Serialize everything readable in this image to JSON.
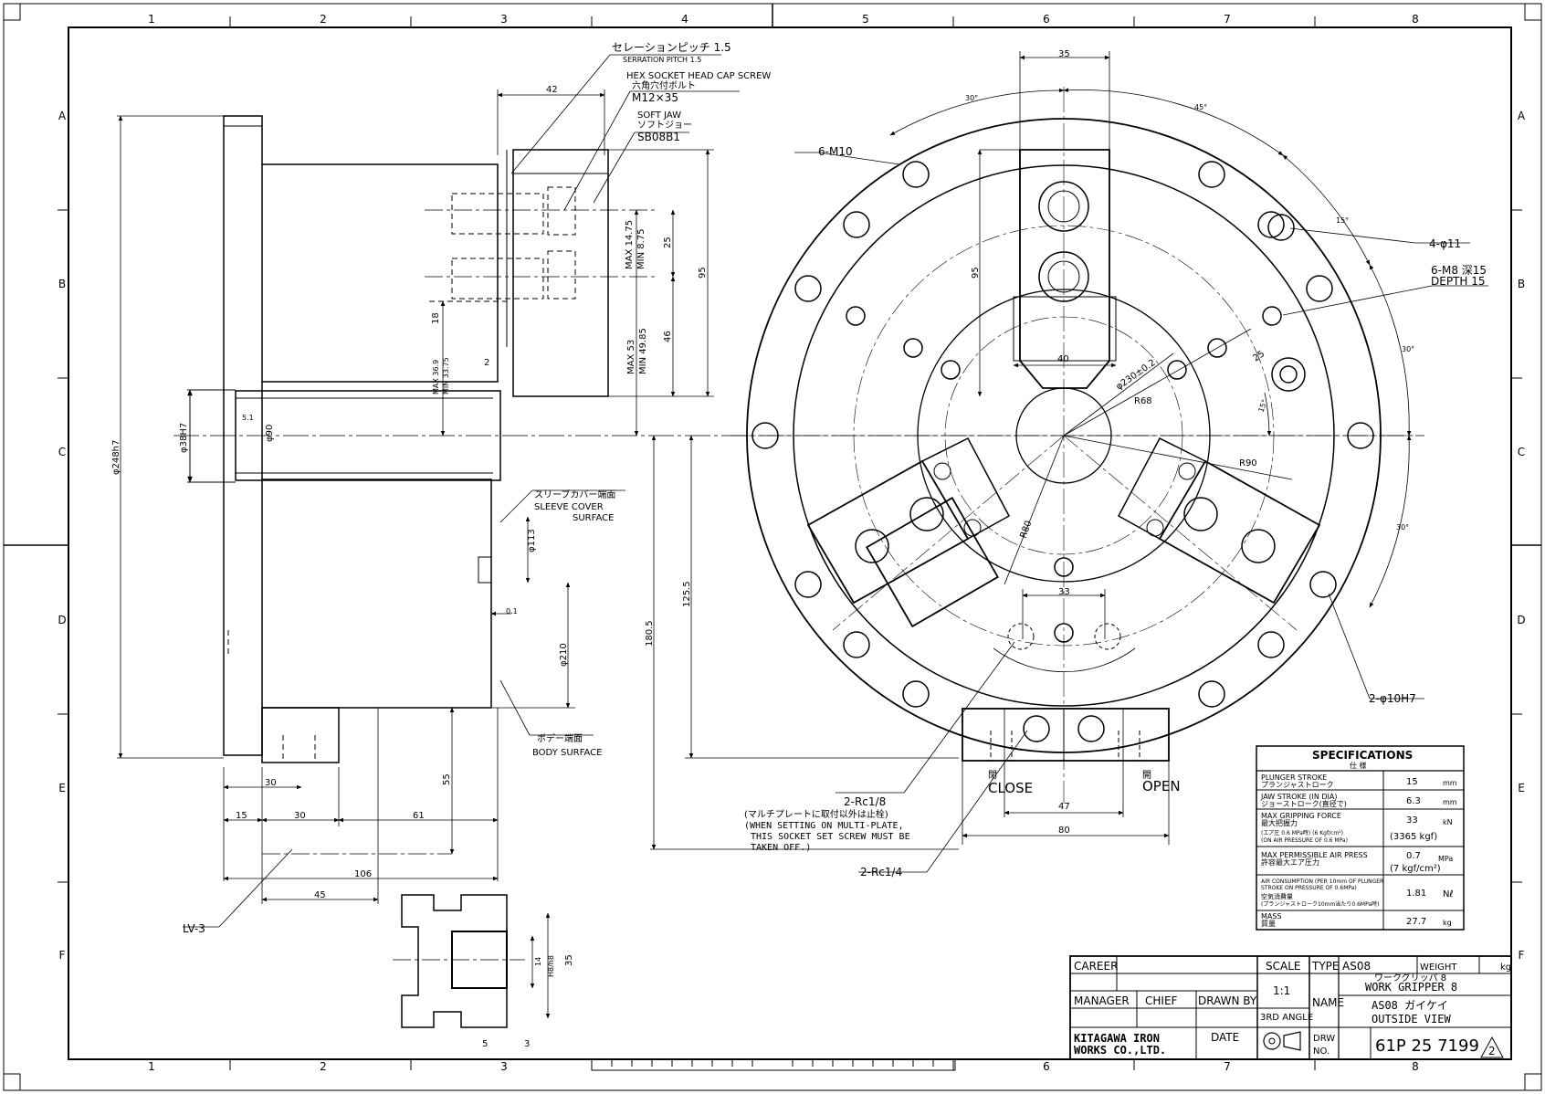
{
  "border": {
    "cols": [
      "1",
      "2",
      "3",
      "4",
      "5",
      "6",
      "7",
      "8"
    ],
    "rows": [
      "A",
      "B",
      "C",
      "D",
      "E",
      "F"
    ]
  },
  "side_view": {
    "serration": {
      "jp": "セレーションピッチ 1.5",
      "en": "SERRATION PITCH 1.5"
    },
    "screw": {
      "en": "HEX SOCKET HEAD CAP SCREW",
      "jp": "六角穴付ボルト",
      "size": "M12×35"
    },
    "jaw": {
      "en": "SOFT JAW",
      "jp": "ソフトジョー",
      "code": "SB08B1"
    },
    "sleeve": {
      "jp": "スリーブカバー端面",
      "en1": "SLEEVE COVER",
      "en2": "SURFACE"
    },
    "body": {
      "jp": "ボデー端面",
      "en": "BODY SURFACE"
    },
    "lv": "LV-3",
    "dims": {
      "d42": "42",
      "d248": "φ248h7",
      "d38": "φ38H7",
      "d90": "φ90",
      "d51": "5.1",
      "max1475": "MAX 14.75",
      "min875": "MIN 8.75",
      "d25": "25",
      "d95": "95",
      "d18": "18",
      "d2": "2",
      "max369": "MAX 36.9",
      "min3375": "MIN 33.75",
      "d46": "46",
      "max53": "MAX 53",
      "min4985": "MIN 49.85",
      "d113": "φ113",
      "d01": "0.1",
      "d210": "φ210",
      "d55": "55",
      "d30a": "30",
      "d15": "15",
      "d30b": "30",
      "d61": "61",
      "d106": "106",
      "d45": "45",
      "d1805": "180.5",
      "d1255": "125.5",
      "d14": "14",
      "h8": "H8/h8",
      "d35b": "35",
      "d5": "5",
      "d3": "3"
    }
  },
  "front_view": {
    "m10": "6-M10",
    "phi11": "4-φ11",
    "m8": "6-M8 深15",
    "depth": "DEPTH 15",
    "phi10": "2-φ10H7",
    "rc18": "2-Rc1/8",
    "note1": "(マルチプレートに取付以外は止栓)",
    "note2": "(WHEN SETTING ON MULTI-PLATE,",
    "note3": "THIS SOCKET SET SCREW MUST BE",
    "note4": "TAKEN OFF.)",
    "rc14": "2-Rc1/4",
    "close_jp": "閉",
    "close_en": "CLOSE",
    "open_jp": "開",
    "open_en": "OPEN",
    "dims": {
      "d35": "35",
      "a30": "30°",
      "a45": "45°",
      "a15": "15°",
      "a30b": "30°",
      "a30c": "30°",
      "d95": "95",
      "d40": "40",
      "pcd": "φ230±0.2",
      "r68": "R68",
      "r90": "R90",
      "r80": "R80",
      "d25": "25",
      "a15b": "15°",
      "d33": "33",
      "d47": "47",
      "d80": "80"
    }
  },
  "specs": {
    "title": "SPECIFICATIONS",
    "title_jp": "仕 様",
    "rows": [
      {
        "en": "PLUNGER STROKE",
        "jp": "プランジャストローク",
        "value": "15",
        "unit": "mm"
      },
      {
        "en": "JAW STROKE (IN DIA)",
        "jp": "ジョーストローク(直径で)",
        "value": "6.3",
        "unit": "mm"
      },
      {
        "en": "MAX GRIPPING FORCE",
        "jp": "最大把握力",
        "note1": "(エア圧 0.6 MPa時) (6 Kgf/cm²)",
        "note2": "(ON AIR PRESSURE OF 0.6 MPa)",
        "value": "33",
        "unit": "kN",
        "value2": "(3365 kgf)"
      },
      {
        "en": "MAX PERMISSIBLE AIR PRESS",
        "jp": "許容最大エア圧力",
        "value": "0.7",
        "unit": "MPa",
        "value2": "(7  kgf/cm²)"
      },
      {
        "en": "AIR CONSUMPTION (PER 10mm OF PLUNGER",
        "en2": "STROKE ON PRESSURE OF 0.6MPa)",
        "jp": "空気消費量",
        "jp2": "(プランジャストローク10mm当たり0.6MPa時)",
        "value": "1.81",
        "unit": "Nℓ"
      },
      {
        "en": "MASS",
        "jp": "質量",
        "value": "27.7",
        "unit": "kg"
      }
    ]
  },
  "title_block": {
    "career": "CAREER",
    "manager": "MANAGER",
    "chief": "CHIEF",
    "drawn_by": "DRAWN BY",
    "date": "DATE",
    "company1": "KITAGAWA IRON",
    "company2": "WORKS CO.,LTD.",
    "scale_label": "SCALE",
    "scale": "1:1",
    "angle": "3RD ANGLE",
    "type_label": "TYPE",
    "type": "AS08",
    "weight_label": "WEIGHT",
    "weight_unit": "kg",
    "name_jp": "ワークグリッパ 8",
    "name_en": "WORK GRIPPER 8",
    "name_label": "NAME",
    "view_jp": "AS08 ガイケイ",
    "view_en": "OUTSIDE VIEW",
    "drw_label1": "DRW",
    "drw_label2": "NO.",
    "drw_no": "61P 25 7199",
    "rev": "2"
  }
}
